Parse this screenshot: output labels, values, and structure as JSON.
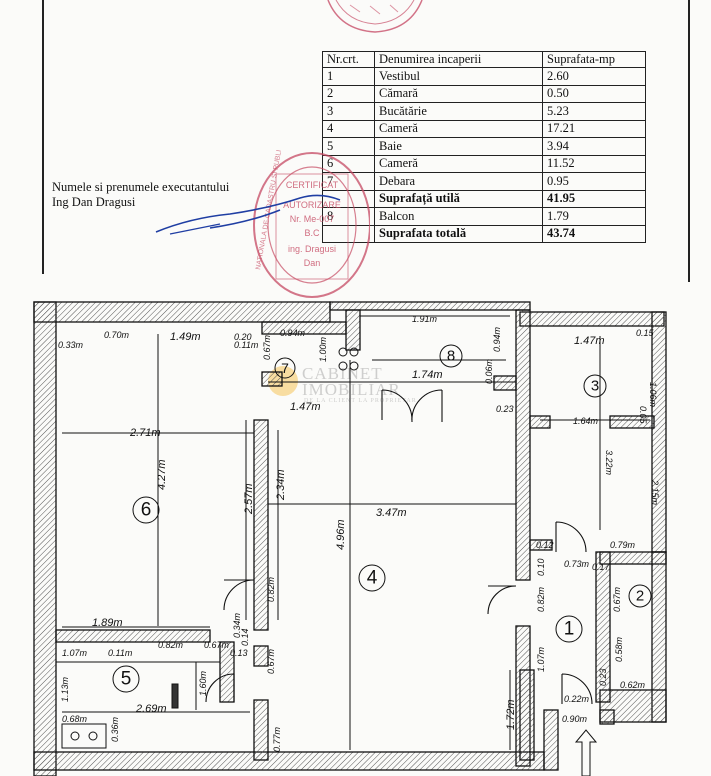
{
  "table": {
    "headers": [
      "Nr.crt.",
      "Denumirea incaperii",
      "Suprafata-mp"
    ],
    "rows": [
      {
        "nr": "1",
        "name": "Vestibul",
        "area": "2.60"
      },
      {
        "nr": "2",
        "name": "Cămară",
        "area": "0.50"
      },
      {
        "nr": "3",
        "name": "Bucătărie",
        "area": "5.23"
      },
      {
        "nr": "4",
        "name": "Cameră",
        "area": "17.21"
      },
      {
        "nr": "5",
        "name": "Baie",
        "area": "3.94"
      },
      {
        "nr": "6",
        "name": "Cameră",
        "area": "11.52"
      },
      {
        "nr": "7",
        "name": "Debara",
        "area": "0.95"
      }
    ],
    "subtotal": {
      "nr": "",
      "name": "Suprafață utilă",
      "area": "41.95"
    },
    "balcony": {
      "nr": "8",
      "name": "Balcon",
      "area": "1.79"
    },
    "total": {
      "nr": "",
      "name": "Suprafata totală",
      "area": "43.74"
    }
  },
  "signature": {
    "line1": "Numele si prenumele executantului",
    "line2": "Ing Dan Dragusi"
  },
  "stamp_text": {
    "line1": "CERTIFICAT",
    "line2": "AUTORIZARE",
    "line3": "Nr. Me-007",
    "line4": "B.C",
    "line5": "ing. Dragusi",
    "line6": "Dan",
    "ring": "NATIONALA DE CADASTRU SI PUBLICITATE"
  },
  "watermark": {
    "line1": "CABINET",
    "line2": "IMOBILIAR",
    "line3": "DE LA CLIENT LA PROPRIETAR"
  },
  "rooms": [
    "1",
    "2",
    "3",
    "4",
    "5",
    "6",
    "7",
    "8"
  ],
  "dims": {
    "d_033": "0.33m",
    "d_070": "0.70m",
    "d_149": "1.49m",
    "d_020": "0.20",
    "d_094": "0.94m",
    "d_191": "1.91m",
    "d_011": "0.11m",
    "d_067b": "0.67m",
    "d_100": "1.00m",
    "d_174": "1.74m",
    "d_006": "0.06m",
    "d_094v": "0.94m",
    "d_147": "1.47m",
    "d_015": "0.15",
    "d_147b": "1.47m",
    "d_106": "1.06m",
    "d_023": "0.23",
    "d_271": "2.71m",
    "d_427": "4.27m",
    "d_164": "1.64m",
    "d_005": "0.05",
    "d_322": "3.22m",
    "d_257": "2.57m",
    "d_234": "2.34m",
    "d_347": "3.47m",
    "d_496": "4.96m",
    "d_215": "2.15m",
    "d_012": "0.12",
    "d_079": "0.79m",
    "d_073": "0.73m",
    "d_017": "0.17",
    "d_010": "0.10",
    "d_082": "0.82m",
    "d_067c": "0.67m",
    "d_082b": "0.82m",
    "d_189": "1.89m",
    "d_082c": "0.82m",
    "d_067d": "0.67m",
    "d_034": "0.34m",
    "d_014": "0.14",
    "d_107": "1.07m",
    "d_011b": "0.11m",
    "d_013": "0.13",
    "d_058": "0.58m",
    "d_107b": "1.07m",
    "d_067e": "0.67m",
    "d_062": "0.62m",
    "d_113": "1.13m",
    "d_160": "1.60m",
    "d_172": "1.72m",
    "d_023b": "0.23",
    "d_269": "2.69m",
    "d_068": "0.68m",
    "d_036": "0.36m",
    "d_077": "0.77m",
    "d_022": "0.22m",
    "d_090": "0.90m"
  }
}
